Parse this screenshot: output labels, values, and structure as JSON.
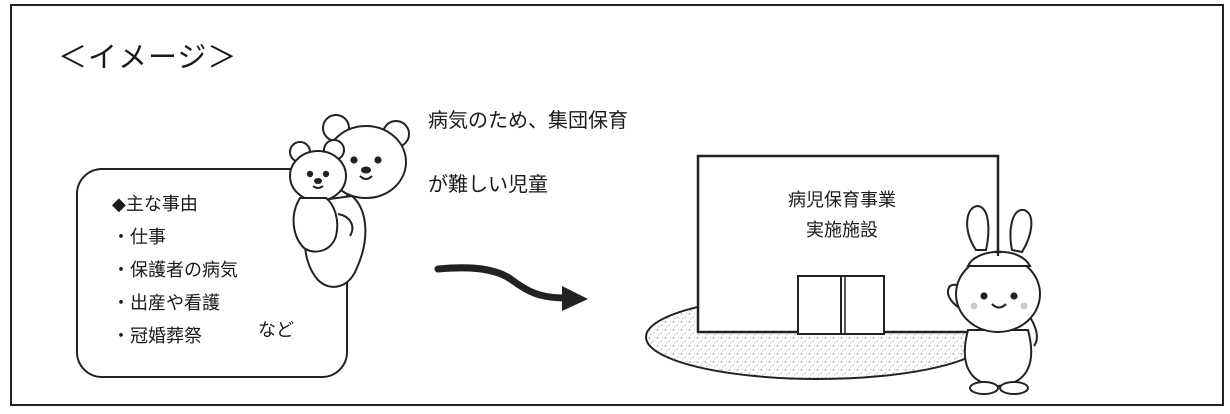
{
  "heading": "＜イメージ＞",
  "target_note": {
    "line1": "病気のため、集団保育",
    "line2": "が難しい児童"
  },
  "reasons": {
    "title": "◆主な事由",
    "items": [
      "・仕事",
      "・保護者の病気",
      "・出産や看護",
      "・冠婚葬祭"
    ],
    "suffix": "など"
  },
  "facility": {
    "line1": "病児保育事業",
    "line2": "実施施設"
  },
  "colors": {
    "line": "#222222",
    "ground_shade": "#bdbdbd",
    "nurse_cross": "#222222"
  },
  "icons": {
    "bears": "bear-parent-child-icon",
    "nurse": "nurse-rabbit-icon",
    "arrow": "curved-arrow-icon",
    "building": "facility-building-icon"
  }
}
